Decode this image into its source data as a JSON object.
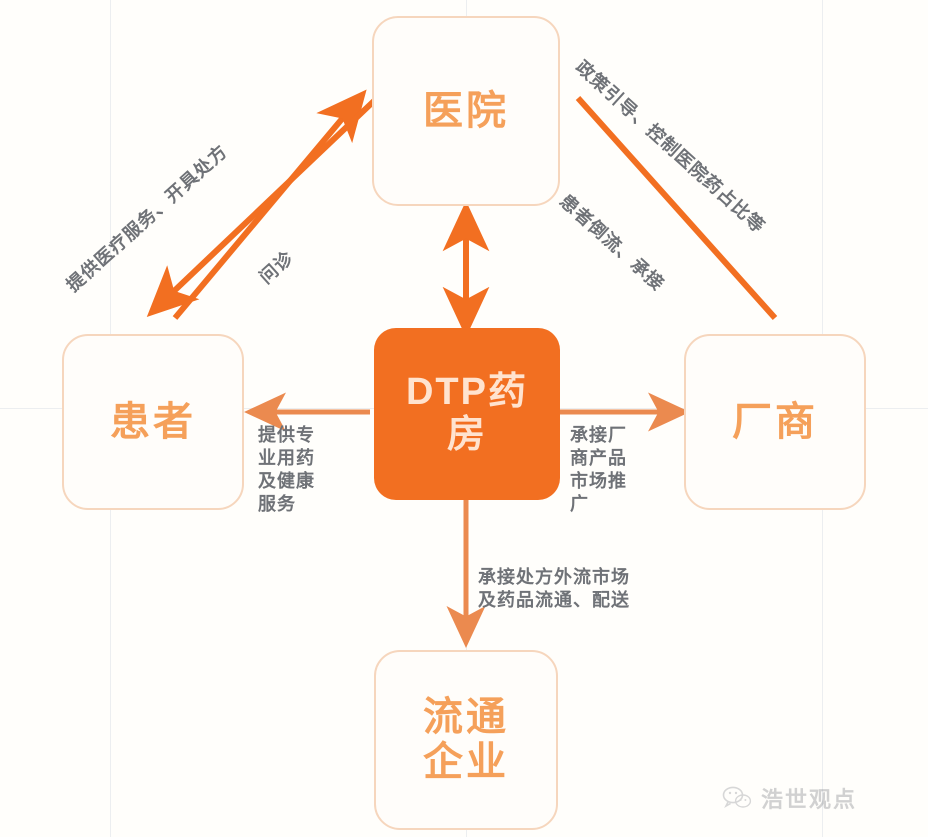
{
  "diagram": {
    "title_nodes": {
      "hospital": "医院",
      "patient": "患者",
      "manufacturer": "厂商",
      "distributor_line1": "流通",
      "distributor_line2": "企业",
      "center_line1": "DTP药",
      "center_line2": "房"
    },
    "edge_labels": {
      "hospital_to_patient": "提供医疗服务、开具处方",
      "patient_to_hospital": "问诊",
      "hospital_to_manufacturer": "政策引导、控制医院药占比等",
      "manufacturer_from_hospital": "患者倒流、承接",
      "center_to_patient": "提供专\n业用药\n及健康\n服务",
      "center_to_manufacturer": "承接厂\n商产品\n市场推\n广",
      "center_to_distributor": "承接处方外流市场\n及药品流通、配送"
    },
    "watermark": {
      "text": "浩世观点",
      "icon": "wechat-icon"
    },
    "colors": {
      "accent_strong": "#f26f21",
      "accent_light": "#f5a05a",
      "node_border": "#f6d6bd",
      "label_text": "#6f7277",
      "background": "#fffefb",
      "guide_line": "#eceef0"
    }
  }
}
